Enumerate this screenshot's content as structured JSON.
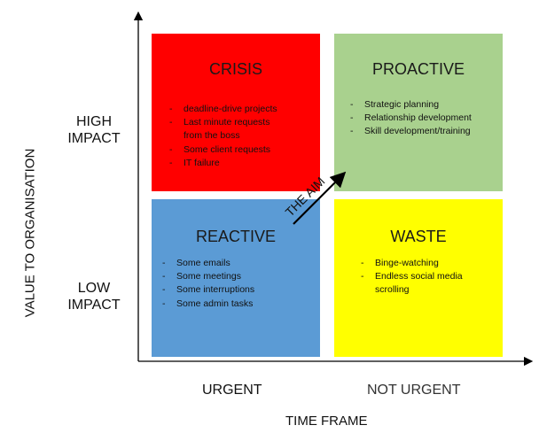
{
  "quadrants": {
    "crisis": {
      "title": "CRISIS",
      "color": "#ff0000",
      "items": [
        "deadline-drive projects",
        "Last minute requests",
        "from the boss",
        "Some client requests",
        "IT failure"
      ]
    },
    "proactive": {
      "title": "PROACTIVE",
      "color": "#a9d18e",
      "items": [
        "Strategic planning",
        "Relationship development",
        "Skill development/training"
      ]
    },
    "reactive": {
      "title": "REACTIVE",
      "color": "#5b9bd5",
      "items": [
        "Some emails",
        "Some meetings",
        "Some interruptions",
        "Some admin tasks"
      ]
    },
    "waste": {
      "title": "WASTE",
      "color": "#ffff00",
      "items": [
        "Binge-watching",
        "Endless social media",
        "scrolling"
      ]
    }
  },
  "row_labels": {
    "high_line1": "HIGH",
    "high_line2": "IMPACT",
    "low_line1": "LOW",
    "low_line2": "IMPACT"
  },
  "col_labels": {
    "urgent": "URGENT",
    "not_urgent": "NOT URGENT"
  },
  "axes": {
    "x_title": "TIME FRAME",
    "y_title": "VALUE TO ORGANISATION"
  },
  "aim_label": "THE AIM"
}
